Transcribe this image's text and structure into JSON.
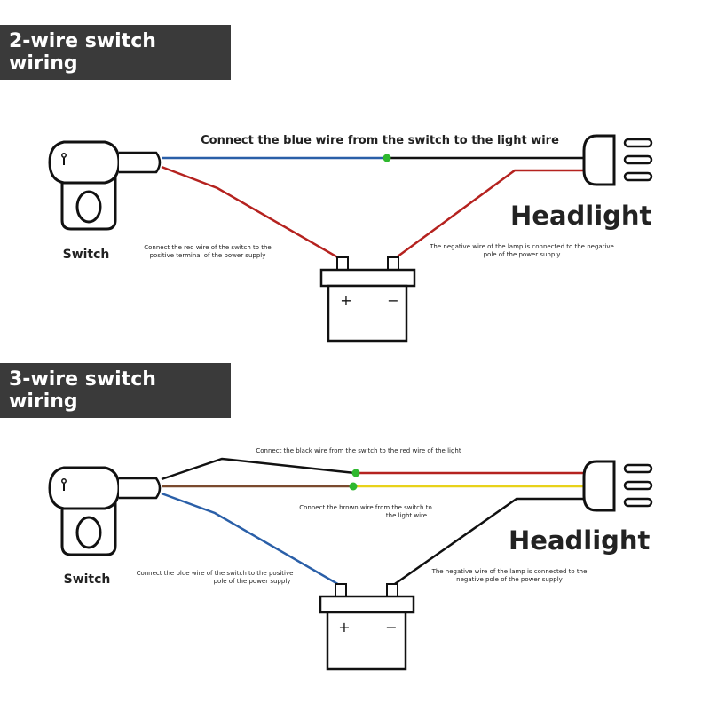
{
  "diagrams": [
    {
      "heading": "2-wire switch wiring",
      "switch_label": "Switch",
      "headlight_label": "Headlight",
      "top_note": "Connect the blue wire from the switch to the light wire",
      "left_note": [
        "Connect the red wire of the switch to the",
        "positive terminal of the power supply"
      ],
      "right_note": [
        "The negative wire of the lamp is connected to the negative",
        "pole of the power supply"
      ],
      "battery": {
        "plus": "+",
        "minus": "−"
      }
    },
    {
      "heading": "3-wire switch wiring",
      "switch_label": "Switch",
      "headlight_label": "Headlight",
      "top_note": "Connect the black wire from the switch to the red wire of the light",
      "middle_note": [
        "Connect the brown wire from the switch to",
        "the light wire"
      ],
      "left_note": [
        "Connect the blue wire of the switch to the positive",
        "pole of the power supply"
      ],
      "right_note": [
        "The negative wire of the lamp is connected to the",
        "negative pole of the power supply"
      ],
      "battery": {
        "plus": "+",
        "minus": "−"
      }
    }
  ],
  "colors": {
    "banner_bg": "#3a3a3a",
    "wire_blue": "#2a5fa8",
    "wire_red": "#b5221f",
    "wire_black": "#111111",
    "wire_brown": "#7a4a2e",
    "wire_yellow": "#e8d21a",
    "junction_green": "#2eb82e"
  },
  "icons": [
    "switch-icon",
    "headlight-icon",
    "battery-icon"
  ]
}
